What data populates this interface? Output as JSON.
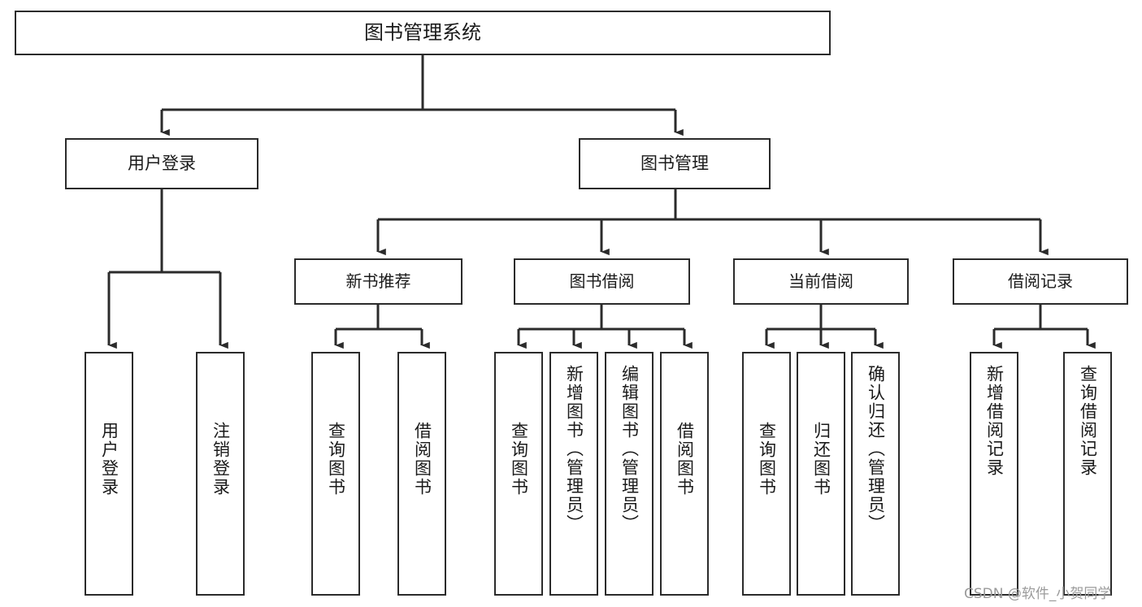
{
  "diagram": {
    "type": "hierarchy-tree",
    "title": "图书管理系统",
    "watermark": "CSDN @软件_小贺同学",
    "colors": {
      "stroke": "#2b2b2b",
      "fill": "#ffffff",
      "text": "#1a1a1a",
      "watermark": "#9b9b9b"
    },
    "root": {
      "label": "图书管理系统"
    },
    "level2": [
      {
        "id": "user-login",
        "label": "用户登录"
      },
      {
        "id": "book-manage",
        "label": "图书管理"
      }
    ],
    "level3": [
      {
        "id": "new-book-recommend",
        "label": "新书推荐",
        "parent": "book-manage"
      },
      {
        "id": "book-borrow",
        "label": "图书借阅",
        "parent": "book-manage"
      },
      {
        "id": "current-borrow",
        "label": "当前借阅",
        "parent": "book-manage"
      },
      {
        "id": "borrow-record",
        "label": "借阅记录",
        "parent": "book-manage"
      }
    ],
    "leaves": {
      "user-login": [
        {
          "id": "leaf-user-login",
          "label": "用户登录"
        },
        {
          "id": "leaf-user-logout",
          "label": "注销登录"
        }
      ],
      "new-book-recommend": [
        {
          "id": "leaf-query-book-1",
          "label": "查询图书"
        },
        {
          "id": "leaf-borrow-book-1",
          "label": "借阅图书"
        }
      ],
      "book-borrow": [
        {
          "id": "leaf-query-book-2",
          "label": "查询图书"
        },
        {
          "id": "leaf-add-book-admin",
          "label": "新增图书（管理员）"
        },
        {
          "id": "leaf-edit-book-admin",
          "label": "编辑图书（管理员）"
        },
        {
          "id": "leaf-borrow-book-2",
          "label": "借阅图书"
        }
      ],
      "current-borrow": [
        {
          "id": "leaf-query-book-3",
          "label": "查询图书"
        },
        {
          "id": "leaf-return-book",
          "label": "归还图书"
        },
        {
          "id": "leaf-confirm-return-admin",
          "label": "确认归还（管理员）"
        }
      ],
      "borrow-record": [
        {
          "id": "leaf-add-borrow-record",
          "label": "新增借阅记录"
        },
        {
          "id": "leaf-query-borrow-record",
          "label": "查询借阅记录"
        }
      ]
    }
  }
}
